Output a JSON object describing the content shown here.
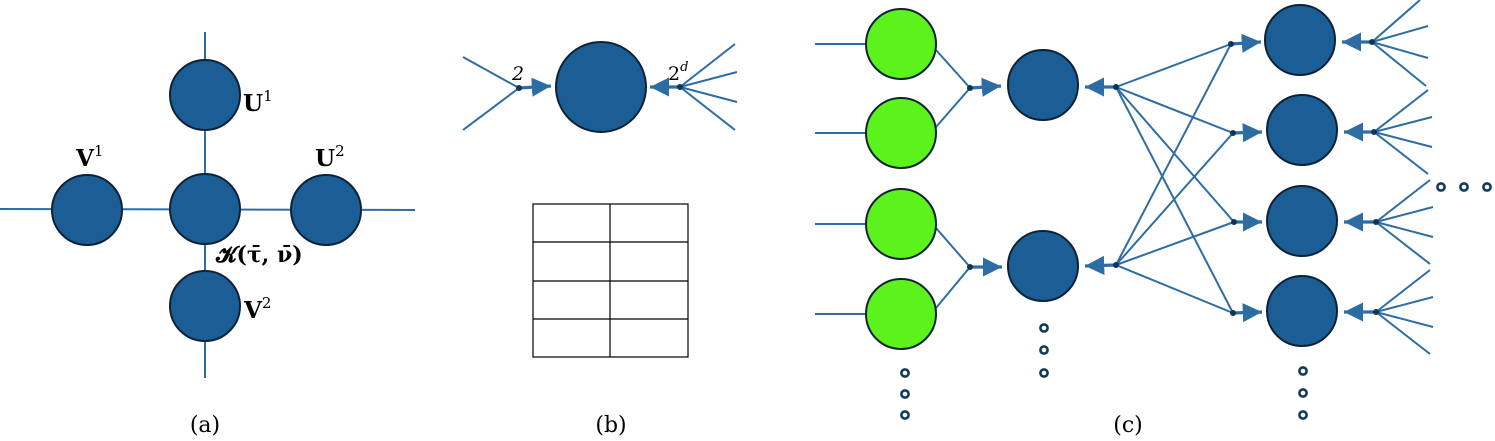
{
  "panel_a": {
    "caption": "(a)",
    "label_u1_base": "U",
    "label_u1_sup": "1",
    "label_u2_base": "U",
    "label_u2_sup": "2",
    "label_v1_base": "V",
    "label_v1_sup": "1",
    "label_v2_base": "V",
    "label_v2_sup": "2",
    "label_core": "𝓚(τ̄, ν̄)"
  },
  "panel_b": {
    "caption": "(b)",
    "label_left_base": "2",
    "label_right_base": "2",
    "label_right_sup": "d",
    "grid": {
      "rows": 4,
      "cols": 2
    }
  },
  "panel_c": {
    "caption": "(c)"
  },
  "colors": {
    "node": "#1b5e96",
    "leaf": "#5cf21c",
    "edge": "#2e6da4"
  }
}
